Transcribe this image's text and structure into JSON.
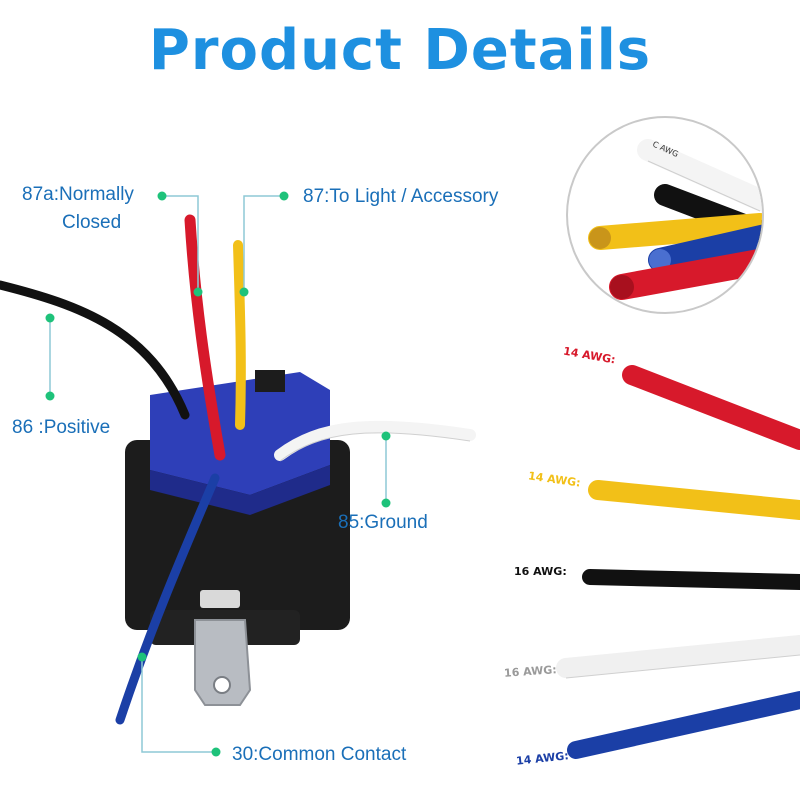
{
  "title": "Product Details",
  "colors": {
    "title": "#1e90e0",
    "label": "#1a6fb8",
    "leader": "#8ec9d6",
    "dot": "#1ec27a",
    "red": "#d7192b",
    "yellow": "#f2c018",
    "black": "#111111",
    "white": "#f4f4f4",
    "blue": "#1b3fa6",
    "relay_top": "#2e3fb8",
    "relay_body": "#1c1c1c"
  },
  "pins": {
    "p87a_line1": "87a:Normally",
    "p87a_line2": "Closed",
    "p87": "87:To Light / Accessory",
    "p86": "86 :Positive",
    "p85": "85:Ground",
    "p30": "30:Common Contact"
  },
  "gauges": [
    {
      "label": "14 AWG:",
      "color": "#d7192b"
    },
    {
      "label": "14 AWG:",
      "color": "#f2c018"
    },
    {
      "label": "16 AWG:",
      "color": "#111111"
    },
    {
      "label": "16 AWG:",
      "color": "#9a9a9a"
    },
    {
      "label": "14 AWG:",
      "color": "#1b3fa6"
    }
  ],
  "wire_print": "C AWG"
}
